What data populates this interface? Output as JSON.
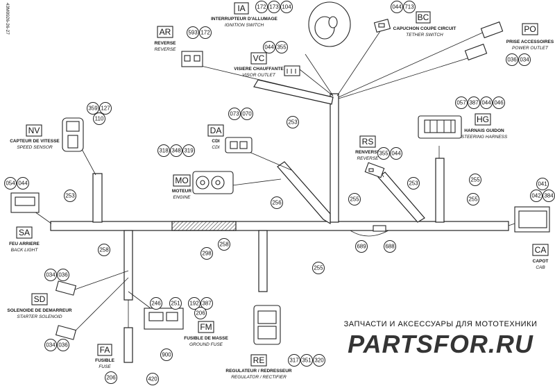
{
  "drawing_id": "43M0926-26-27",
  "watermark": {
    "line1": "ЗАПЧАСТИ И АКСЕССУАРЫ ДЛЯ МОТОТЕХНИКИ",
    "line2": "PARTSFOR.RU",
    "color": "#e2231a"
  },
  "components": {
    "IA": {
      "code": "IA",
      "fr": "INTERRUPTEUR D'ALLUMAGE",
      "en": "IGNITION SWITCH"
    },
    "BC": {
      "code": "BC",
      "fr": "CAPUCHON COUPE CIRCUIT",
      "en": "TETHER SWITCH"
    },
    "PO": {
      "code": "PO",
      "fr": "PRISE ACCESSOIRES",
      "en": "POWER OUTLET"
    },
    "AR": {
      "code": "AR",
      "fr": "REVERSE",
      "en": "REVERSE"
    },
    "VC": {
      "code": "VC",
      "fr": "VISIERE CHAUFFANTE",
      "en": "VISOR OUTLET"
    },
    "NV": {
      "code": "NV",
      "fr": "CAPTEUR DE VITESSE",
      "en": "SPEED SENSOR"
    },
    "DA": {
      "code": "DA",
      "fr": "CDI",
      "en": "CDI"
    },
    "HG": {
      "code": "HG",
      "fr": "HARNAIS GUIDON",
      "en": "STEERING HARNESS"
    },
    "MO": {
      "code": "MO",
      "fr": "MOTEUR",
      "en": "ENGINE"
    },
    "RS": {
      "code": "RS",
      "fr": "RENVERSE",
      "en": "REVERSE"
    },
    "SA": {
      "code": "SA",
      "fr": "FEU ARRIERE",
      "en": "BACK LIGHT"
    },
    "CA": {
      "code": "CA",
      "fr": "CAPOT",
      "en": "CAB"
    },
    "SD": {
      "code": "SD",
      "fr": "SOLENOIDE DE DEMARREUR",
      "en": "STARTER SOLENOID"
    },
    "FM": {
      "code": "FM",
      "fr": "FUSIBLE DE MASSE",
      "en": "GROUND FUSE"
    },
    "FA": {
      "code": "FA",
      "fr": "FUSIBLE",
      "en": "FUSE"
    },
    "RE": {
      "code": "RE",
      "fr": "REGULATEUR / REDRESSEUR",
      "en": "REGULATOR / RECTIFIER"
    }
  },
  "part_callouts": {
    "ia": [
      "172",
      "173",
      "104"
    ],
    "bc": [
      "044",
      "713"
    ],
    "ar": [
      "593",
      "172"
    ],
    "vc": [
      "044",
      "355"
    ],
    "po": [
      "036",
      "034"
    ],
    "nv": [
      "359",
      "127",
      "110"
    ],
    "da": [
      "073",
      "070"
    ],
    "hg": [
      "057",
      "387",
      "044",
      "046"
    ],
    "mo": [
      "318",
      "348",
      "319"
    ],
    "rs": [
      "355",
      "044"
    ],
    "sa": [
      "054",
      "044"
    ],
    "ca": [
      "041",
      "042",
      "384"
    ],
    "sd_top": [
      "034",
      "036"
    ],
    "sd_bottom": [
      "034",
      "036"
    ],
    "fm": [
      "246",
      "251",
      "192",
      "387",
      "206"
    ],
    "re": [
      "317",
      "351",
      "320"
    ],
    "fa_left": [
      "206"
    ],
    "fa_right": [
      "420"
    ],
    "fa_wire": [
      "900"
    ],
    "w253a": [
      "253"
    ],
    "w253b": [
      "253"
    ],
    "w253c": [
      "253"
    ],
    "w256": [
      "256"
    ],
    "w255a": [
      "255"
    ],
    "w255b": [
      "255"
    ],
    "w255c": [
      "255"
    ],
    "w255d": [
      "255"
    ],
    "w258a": [
      "258"
    ],
    "w258b": [
      "258"
    ],
    "w298": [
      "298"
    ],
    "w689": [
      "689"
    ],
    "w688": [
      "688"
    ]
  }
}
